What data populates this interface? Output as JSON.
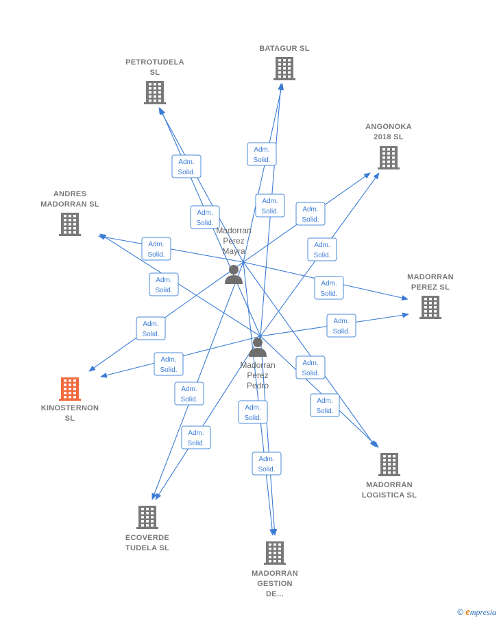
{
  "companies": [
    {
      "id": "batagur",
      "lines": [
        "BATAGUR  SL"
      ],
      "highlight": false
    },
    {
      "id": "petrotudela",
      "lines": [
        "PETROTUDELA",
        "SL"
      ],
      "highlight": false
    },
    {
      "id": "angonoka",
      "lines": [
        "ANGONOKA",
        "2018  SL"
      ],
      "highlight": false
    },
    {
      "id": "andres",
      "lines": [
        "ANDRES",
        "MADORRAN  SL"
      ],
      "highlight": false
    },
    {
      "id": "madorran-perez",
      "lines": [
        "MADORRAN",
        "PEREZ  SL"
      ],
      "highlight": false
    },
    {
      "id": "kinosternon",
      "lines": [
        "KINOSTERNON",
        "SL"
      ],
      "highlight": true
    },
    {
      "id": "madorran-logistica",
      "lines": [
        "MADORRAN",
        "LOGISTICA  SL"
      ],
      "highlight": false
    },
    {
      "id": "ecoverde",
      "lines": [
        "ECOVERDE",
        "TUDELA SL"
      ],
      "highlight": false
    },
    {
      "id": "madorran-gestion",
      "lines": [
        "MADORRAN",
        "GESTION",
        "DE..."
      ],
      "highlight": false
    }
  ],
  "persons": [
    {
      "id": "mayra",
      "lines": [
        "Madorran",
        "Perez",
        "Mayra"
      ]
    },
    {
      "id": "pedro",
      "lines": [
        "Madorran",
        "Perez",
        "Pedro"
      ]
    }
  ],
  "edge_label": [
    "Adm.",
    "Solid."
  ],
  "edges": [
    {
      "from": "mayra",
      "to": "batagur"
    },
    {
      "from": "mayra",
      "to": "petrotudela"
    },
    {
      "from": "mayra",
      "to": "angonoka"
    },
    {
      "from": "mayra",
      "to": "andres"
    },
    {
      "from": "mayra",
      "to": "madorran-perez"
    },
    {
      "from": "mayra",
      "to": "kinosternon"
    },
    {
      "from": "mayra",
      "to": "madorran-logistica"
    },
    {
      "from": "mayra",
      "to": "ecoverde"
    },
    {
      "from": "mayra",
      "to": "madorran-gestion"
    },
    {
      "from": "pedro",
      "to": "batagur"
    },
    {
      "from": "pedro",
      "to": "petrotudela"
    },
    {
      "from": "pedro",
      "to": "angonoka"
    },
    {
      "from": "pedro",
      "to": "andres"
    },
    {
      "from": "pedro",
      "to": "madorran-perez"
    },
    {
      "from": "pedro",
      "to": "kinosternon"
    },
    {
      "from": "pedro",
      "to": "madorran-logistica"
    },
    {
      "from": "pedro",
      "to": "ecoverde"
    },
    {
      "from": "pedro",
      "to": "madorran-gestion"
    }
  ],
  "colors": {
    "edge": "#3a7bd5",
    "building": "#7a7a7a",
    "highlight": "#f26a3d",
    "person": "#6e6e6e"
  },
  "footer": {
    "copyright": "©",
    "brand_initial": "e",
    "brand_rest": "mpresia"
  }
}
